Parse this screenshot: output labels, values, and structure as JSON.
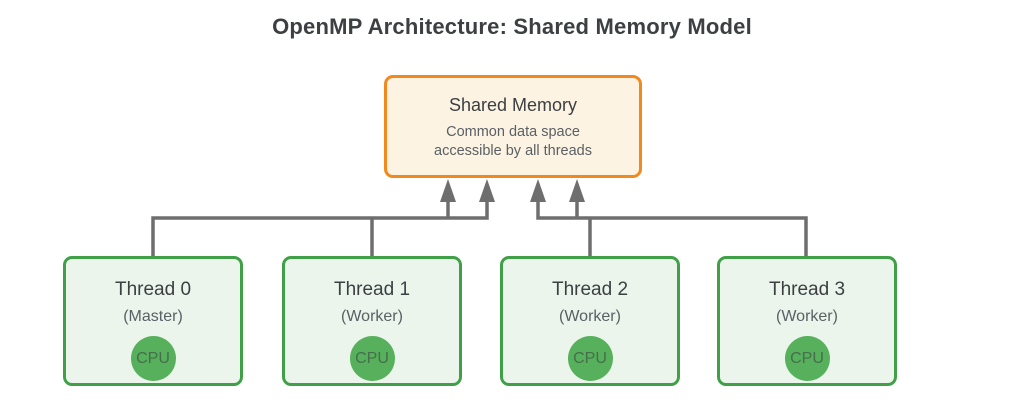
{
  "title": "OpenMP Architecture: Shared Memory Model",
  "shared_memory": {
    "title": "Shared Memory",
    "subtitle_line1": "Common data space",
    "subtitle_line2": "accessible by all threads"
  },
  "threads": [
    {
      "title": "Thread 0",
      "role": "(Master)",
      "cpu_label": "CPU"
    },
    {
      "title": "Thread 1",
      "role": "(Worker)",
      "cpu_label": "CPU"
    },
    {
      "title": "Thread 2",
      "role": "(Worker)",
      "cpu_label": "CPU"
    },
    {
      "title": "Thread 3",
      "role": "(Worker)",
      "cpu_label": "CPU"
    }
  ],
  "connections": [
    {
      "from": "Thread 0 (Master)",
      "to": "Shared Memory"
    },
    {
      "from": "Thread 1 (Worker)",
      "to": "Shared Memory"
    },
    {
      "from": "Thread 2 (Worker)",
      "to": "Shared Memory"
    },
    {
      "from": "Thread 3 (Worker)",
      "to": "Shared Memory"
    }
  ],
  "colors": {
    "orange-border": "#F1891E",
    "orange-fill": "#FCF3E2",
    "green-border": "#3FA047",
    "green-fill": "#EBF5EC",
    "cpu-green": "#57B05B",
    "cpu-text": "#466E4C",
    "line-gray": "#6E6E6E",
    "text-dark": "#3C4043",
    "text-muted": "#5A6065",
    "bg": "#ffffff"
  }
}
